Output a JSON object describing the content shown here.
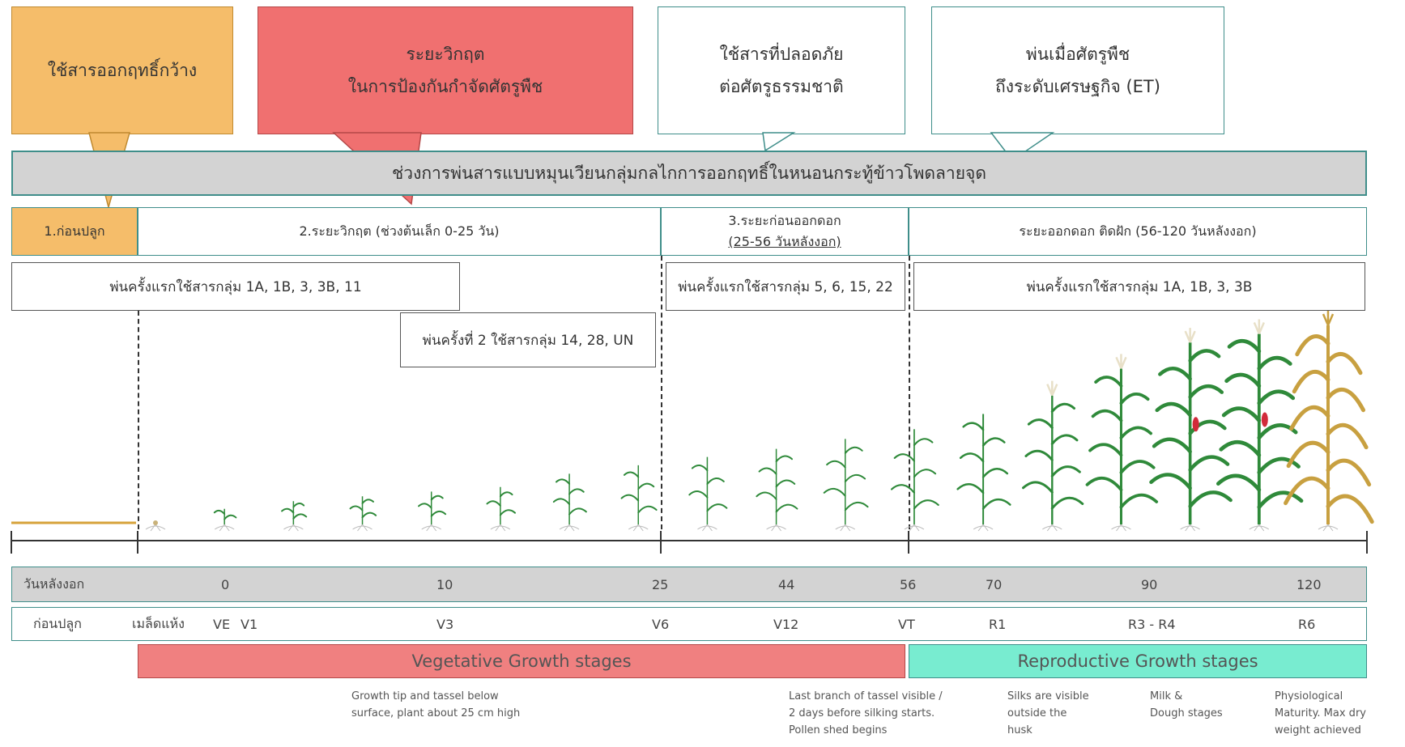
{
  "callouts": [
    {
      "lines": [
        "ใช้สารออกฤทธิ์กว้าง"
      ],
      "color": "#f5bd6a"
    },
    {
      "lines": [
        "ระยะวิกฤต",
        "ในการป้องกันกำจัดศัตรูพืช"
      ],
      "color": "#f07070"
    },
    {
      "lines": [
        "ใช้สารที่ปลอดภัย",
        "ต่อศัตรูธรรมชาติ"
      ],
      "color": "#ffffff"
    },
    {
      "lines": [
        "พ่นเมื่อศัตรูพืช",
        "ถึงระดับเศรษฐกิจ (ET)"
      ],
      "color": "#ffffff"
    }
  ],
  "band_title": "ช่วงการพ่นสารแบบหมุนเวียนกลุ่มกลไกการออกฤทธิ์ในหนอนกระทู้ข้าวโพดลายจุด",
  "phases": [
    {
      "lines": [
        "1.ก่อนปลูก"
      ],
      "color": "#f5bd6a"
    },
    {
      "lines": [
        "2.ระยะวิกฤต (ช่วงต้นเล็ก 0-25 วัน)"
      ],
      "color": "#ffffff"
    },
    {
      "lines": [
        "3.ระยะก่อนออกดอก",
        "(25-56 วันหลังงอก)"
      ],
      "color": "#ffffff"
    },
    {
      "lines": [
        "ระยะออกดอก ติดฝัก (56-120 วันหลังงอก)"
      ],
      "color": "#ffffff"
    }
  ],
  "sprays": [
    "พ่นครั้งแรกใช้สารกลุ่ม 1A, 1B, 3, 3B, 11",
    "พ่นครั้งที่ 2 ใช้สารกลุ่ม 14, 28, UN",
    "พ่นครั้งแรกใช้สารกลุ่ม 5, 6, 15, 22",
    "พ่นครั้งแรกใช้สารกลุ่ม 1A, 1B, 3, 3B"
  ],
  "days_row": {
    "label": "วันหลังงอก",
    "values": [
      "0",
      "10",
      "25",
      "44",
      "56",
      "70",
      "90",
      "120"
    ]
  },
  "stages_row": {
    "label": "ก่อนปลูก",
    "values": [
      "เมล็ดแห้ง",
      "VE",
      "V1",
      "V3",
      "V6",
      "V12",
      "VT",
      "R1",
      "R3 - R4",
      "R6"
    ]
  },
  "growth_stages": {
    "vegetative": {
      "label": "Vegetative Growth stages",
      "color": "#f08080"
    },
    "reproductive": {
      "label": "Reproductive Growth stages",
      "color": "#78ecd0"
    }
  },
  "notes": [
    {
      "lines": [
        "Growth tip and tassel below",
        "surface, plant about 25 cm high"
      ]
    },
    {
      "lines": [
        "Last branch of tassel visible /",
        "2 days before silking starts.",
        "Pollen shed begins"
      ]
    },
    {
      "lines": [
        "Silks are visible",
        "outside the",
        "husk"
      ]
    },
    {
      "lines": [
        "Milk &",
        "Dough stages"
      ]
    },
    {
      "lines": [
        "Physiological",
        "Maturity. Max dry",
        "weight achieved"
      ]
    }
  ],
  "colors": {
    "leaf": "#2f8a3a",
    "dry_leaf": "#c8a040",
    "border": "#3f8e8a",
    "band": "#d3d3d3",
    "pre_plant_line": "#d6a23a",
    "tassel": "#e8e0c8",
    "ear": "#d12a3a"
  },
  "plants": [
    {
      "stage": "เมล็ดแห้ง",
      "maturity": 0.0
    },
    {
      "stage": "VE",
      "maturity": 0.05
    },
    {
      "stage": "V1",
      "maturity": 0.08
    },
    {
      "stage": "V1",
      "maturity": 0.1
    },
    {
      "stage": "V2",
      "maturity": 0.12
    },
    {
      "stage": "V2",
      "maturity": 0.14
    },
    {
      "stage": "V3",
      "maturity": 0.2
    },
    {
      "stage": "V3",
      "maturity": 0.24
    },
    {
      "stage": "V4",
      "maturity": 0.28
    },
    {
      "stage": "V5",
      "maturity": 0.32
    },
    {
      "stage": "V6",
      "maturity": 0.37
    },
    {
      "stage": "V9",
      "maturity": 0.42
    },
    {
      "stage": "V12",
      "maturity": 0.5
    },
    {
      "stage": "VT",
      "maturity": 0.6
    },
    {
      "stage": "R1",
      "maturity": 0.75
    },
    {
      "stage": "R3",
      "maturity": 0.9
    },
    {
      "stage": "R4",
      "maturity": 0.95
    },
    {
      "stage": "R6",
      "maturity": 1.0
    }
  ]
}
